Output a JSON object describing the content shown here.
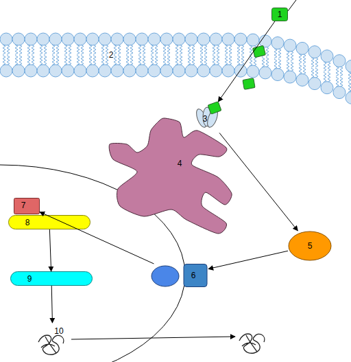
{
  "diagram": {
    "nodes": [
      {
        "text": [
          "1"
        ]
      },
      {
        "text": [
          "2"
        ]
      },
      {
        "text": [
          "3"
        ]
      },
      {
        "text": [
          "4"
        ]
      },
      {
        "text": [
          "5"
        ]
      },
      {
        "text": [
          "6"
        ]
      },
      {
        "text": [
          "7"
        ]
      },
      {
        "text": [
          "8"
        ]
      },
      {
        "text": [
          "9"
        ]
      },
      {
        "text": [
          "10"
        ]
      }
    ],
    "edges": [
      {
        "from": 0,
        "to": 2,
        "arrow": "to"
      },
      {
        "from": 2,
        "to": 4,
        "arrow": "to"
      },
      {
        "from": 4,
        "to": 5,
        "arrow": "to"
      },
      {
        "from": 5,
        "to": 6,
        "arrow": "to"
      },
      {
        "from": 7,
        "to": 8,
        "arrow": "to"
      },
      {
        "from": 8,
        "to": 9,
        "arrow": "to"
      }
    ]
  }
}
